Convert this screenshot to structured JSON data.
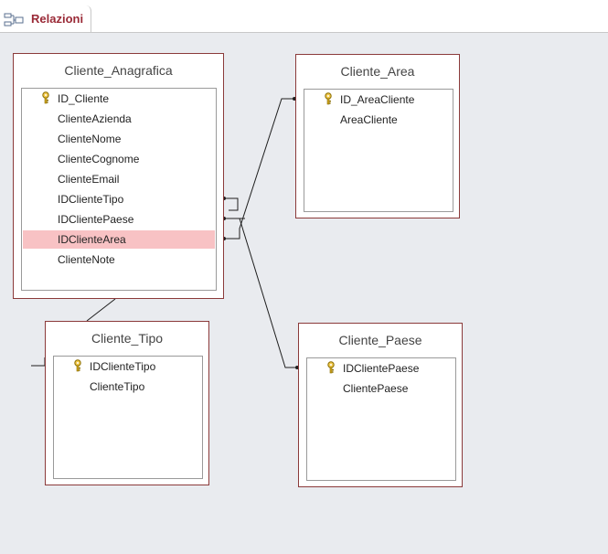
{
  "tab": {
    "label": "Relazioni",
    "icon": "relationships-icon"
  },
  "tables": {
    "anagrafica": {
      "title": "Cliente_Anagrafica",
      "fields": [
        "ID_Cliente",
        "ClienteAzienda",
        "ClienteNome",
        "ClienteCognome",
        "ClienteEmail",
        "IDClienteTipo",
        "IDClientePaese",
        "IDClienteArea",
        "ClienteNote"
      ]
    },
    "area": {
      "title": "Cliente_Area",
      "fields": [
        "ID_AreaCliente",
        "AreaCliente"
      ]
    },
    "tipo": {
      "title": "Cliente_Tipo",
      "fields": [
        "IDClienteTipo",
        "ClienteTipo"
      ]
    },
    "paese": {
      "title": "Cliente_Paese",
      "fields": [
        "IDClientePaese",
        "ClientePaese"
      ]
    }
  },
  "colors": {
    "table_border": "#8b3a3a",
    "selected_row": "#f8c2c4",
    "title_text": "#9a2a37"
  }
}
